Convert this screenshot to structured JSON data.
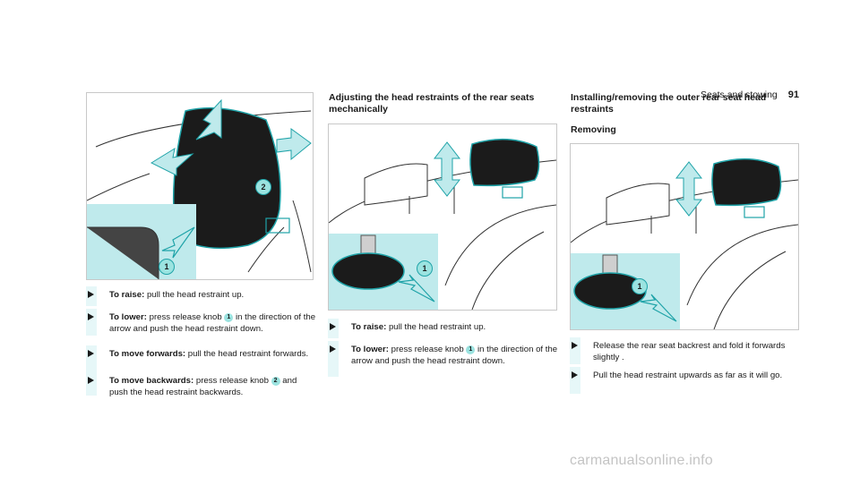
{
  "header": {
    "section": "Seats and stowing",
    "page": "91"
  },
  "col1": {
    "steps": [
      {
        "title": "To raise:",
        "text": "pull the head restraint up."
      },
      {
        "title": "To lower:",
        "text_a": "press release knob",
        "num": "1",
        "text_b": "in the direction of the arrow and push the head restraint down."
      },
      {
        "title": "To move forwards:",
        "text": "pull the head restraint forwards."
      },
      {
        "title": "To move backwards:",
        "text_a": "press release knob",
        "num": "2",
        "text_b": "and push the head restraint backwards."
      }
    ],
    "figure": {
      "callouts": [
        "1",
        "2"
      ]
    }
  },
  "col2": {
    "heading": "Adjusting the head restraints of the rear seats mechanically",
    "figure": {
      "callouts": [
        "1"
      ]
    },
    "steps": [
      {
        "title": "To raise:",
        "text": "pull the head restraint up."
      },
      {
        "title": "To lower:",
        "text_a": "press release knob",
        "num": "1",
        "text_b": "in the direction of the arrow and push the head restraint down."
      }
    ]
  },
  "col3": {
    "heading": "Installing/removing the outer rear seat head restraints",
    "subheading": "Removing",
    "figure": {
      "callouts": [
        "1"
      ]
    },
    "steps": [
      {
        "text": "Release the rear seat backrest and fold it forwards slightly ."
      },
      {
        "text": "Pull the head restraint upwards as far as it will go."
      }
    ]
  },
  "footer": {
    "watermark": "carmanualsonline.info"
  },
  "colors": {
    "accent": "#1fa3a8",
    "inset": "#bfeaec",
    "callout": "#9be3e0"
  }
}
